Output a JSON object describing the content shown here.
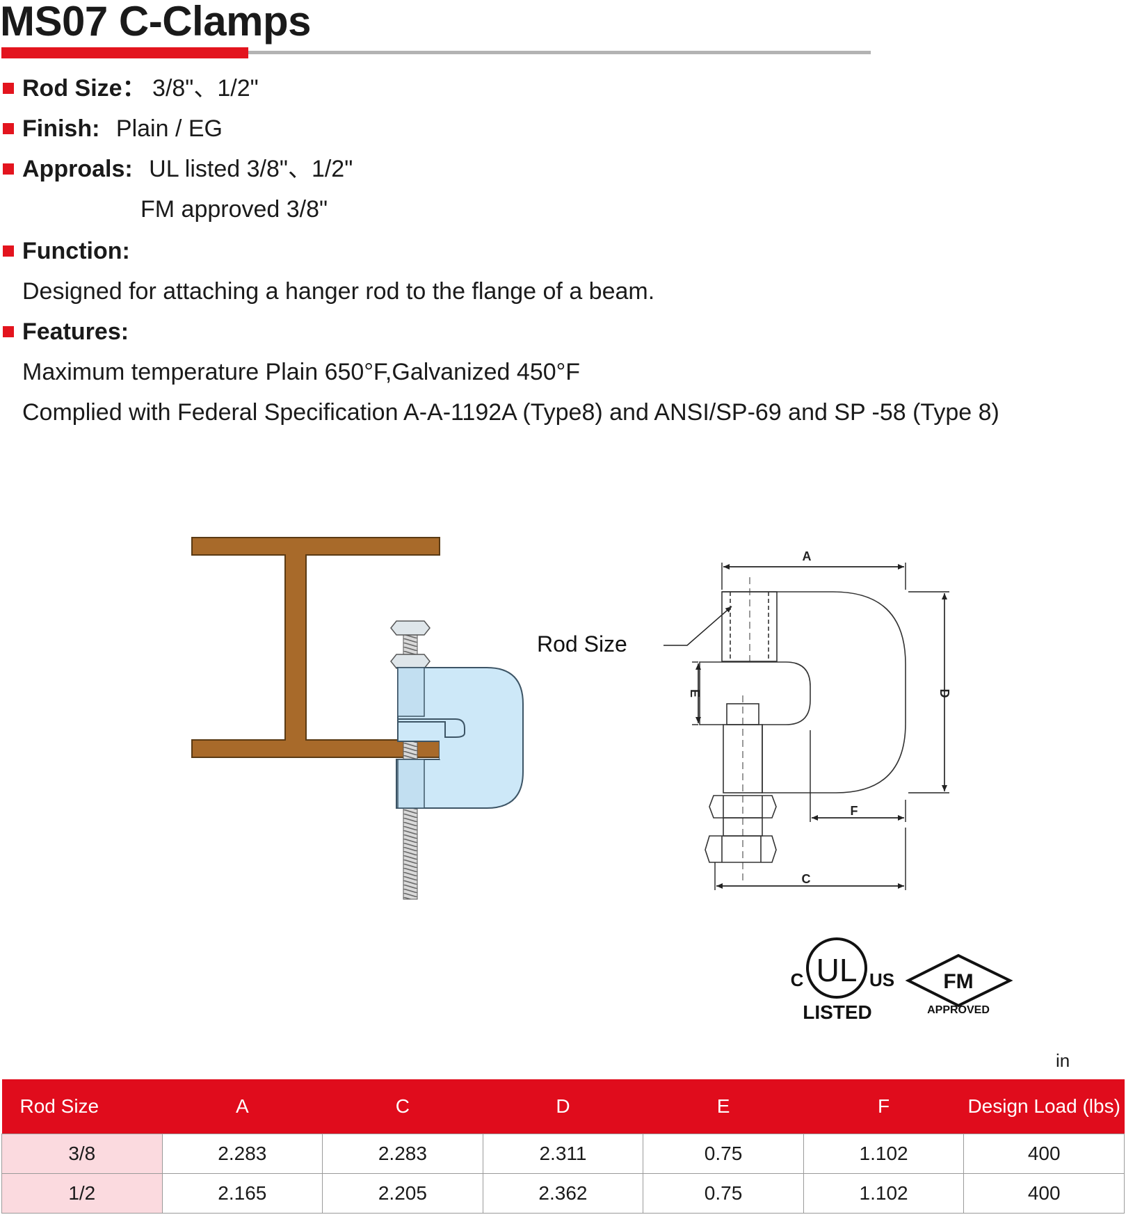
{
  "title": "MS07 C-Clamps",
  "specs": {
    "rod_size": {
      "label": "Rod Size：",
      "value": "3/8\"、1/2\""
    },
    "finish": {
      "label": "Finish:",
      "value": "Plain / EG"
    },
    "approvals": {
      "label": "Approals:",
      "values": [
        "UL listed 3/8\"、1/2\"",
        "FM approved 3/8\""
      ]
    },
    "function": {
      "label": "Function:",
      "lines": [
        "Designed for attaching a hanger rod to the flange of a beam."
      ]
    },
    "features": {
      "label": "Features:",
      "lines": [
        "Maximum temperature Plain 650°F,Galvanized 450°F",
        "Complied with Federal Specification A-A-1192A (Type8) and ANSI/SP-69 and  SP -58 (Type 8)"
      ]
    }
  },
  "diagram": {
    "rod_size_callout": "Rod Size",
    "dims": {
      "a": "A",
      "c": "C",
      "d": "D",
      "e": "E",
      "f": "F"
    }
  },
  "certifications": {
    "ul": {
      "c": "C",
      "mark": "UL",
      "us": "US",
      "listed": "LISTED"
    },
    "fm": {
      "mark": "FM",
      "approved": "APPROVED"
    }
  },
  "colors": {
    "accent_red": "#e3141e",
    "table_header": "#e00c1c",
    "beam": "#a86a2a",
    "clamp": "#cde8f8"
  },
  "table": {
    "unit": "in",
    "headers": [
      "Rod Size",
      "A",
      "C",
      "D",
      "E",
      "F",
      "Design Load (lbs)"
    ],
    "rows": [
      [
        "3/8",
        "2.283",
        "2.283",
        "2.311",
        "0.75",
        "1.102",
        "400"
      ],
      [
        "1/2",
        "2.165",
        "2.205",
        "2.362",
        "0.75",
        "1.102",
        "400"
      ]
    ]
  }
}
